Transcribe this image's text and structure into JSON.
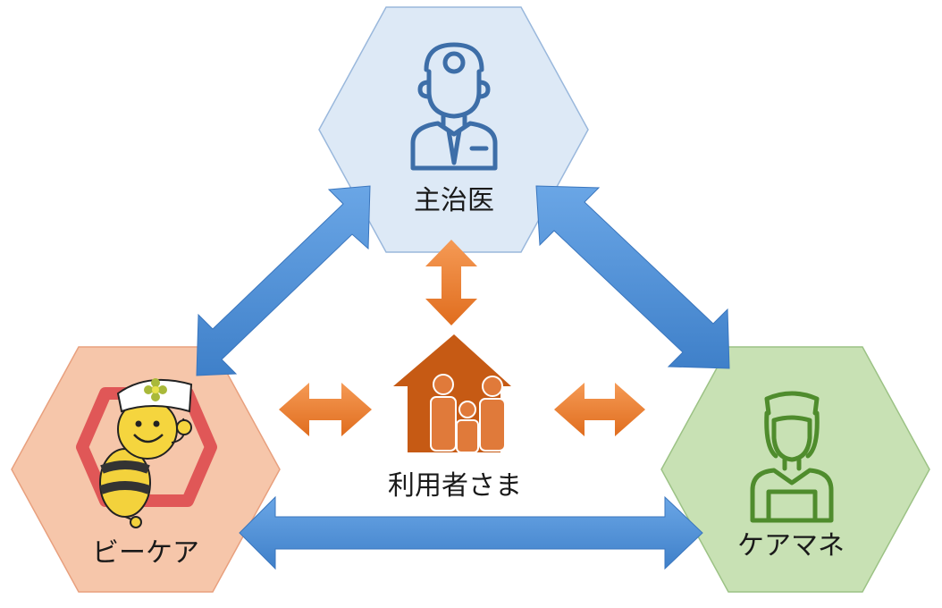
{
  "nodes": {
    "doctor": {
      "label": "主治医",
      "icon": "doctor-icon",
      "fill": "#dde9f6",
      "stroke": "#9ab8dc",
      "icon_color": "#3d6ea8"
    },
    "bcare": {
      "label": "ビーケア",
      "icon": "bee-mascot-icon",
      "fill": "#f6c6aa",
      "stroke": "#e8a07e"
    },
    "caremanager": {
      "label": "ケアマネ",
      "icon": "nurse-icon",
      "fill": "#c8e1b4",
      "stroke": "#9cc285",
      "icon_color": "#4f8c2d"
    },
    "user": {
      "label": "利用者さま",
      "icon": "family-house-icon",
      "color": "#c65a14"
    }
  },
  "colors": {
    "blue_arrow": "#4f8fd6",
    "orange_arrow": "#ee7d2f"
  }
}
